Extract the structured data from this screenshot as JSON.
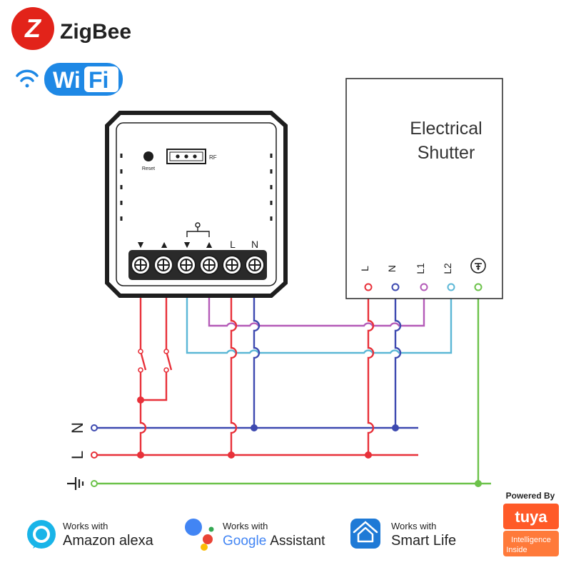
{
  "header": {
    "zigbee_label": "ZigBee",
    "zigbee_mark": "Z",
    "wifi_label": "Wi",
    "wifi_label_2": "Fi",
    "zigbee_brand_color": "#e2231a",
    "wifi_brand_color": "#1e88e5"
  },
  "module": {
    "reset_label": "Reset",
    "rf_label": "RF",
    "terminal_labels": [
      "▼",
      "▲",
      "▼",
      "▲",
      "L",
      "N"
    ]
  },
  "shutter": {
    "title_line1": "Electrical",
    "title_line2": "Shutter",
    "terminals": [
      "L",
      "N",
      "L1",
      "L2",
      "⏚"
    ]
  },
  "bus": {
    "n_label": "N",
    "l_label": "L",
    "earth_label": "⏚"
  },
  "wire_colors": {
    "live": "#e8313a",
    "neutral": "#3d49b0",
    "motor_l1": "#b45bb8",
    "motor_l2": "#5bb7d6",
    "earth": "#6cc24a"
  },
  "footer": {
    "alexa": {
      "small": "Works with",
      "big": "Amazon alexa",
      "icon": "alexa-icon"
    },
    "google": {
      "small": "Works with",
      "big_google": "Google",
      "big_rest": "Assistant",
      "icon": "google-assistant-icon"
    },
    "smartlife": {
      "small": "Works with",
      "big": "Smart Life",
      "icon": "smart-life-icon"
    },
    "tuya": {
      "powered": "Powered By",
      "brand": "tuya",
      "tag1": "Intelligence",
      "tag2": "Inside",
      "color": "#ff5a28"
    }
  }
}
